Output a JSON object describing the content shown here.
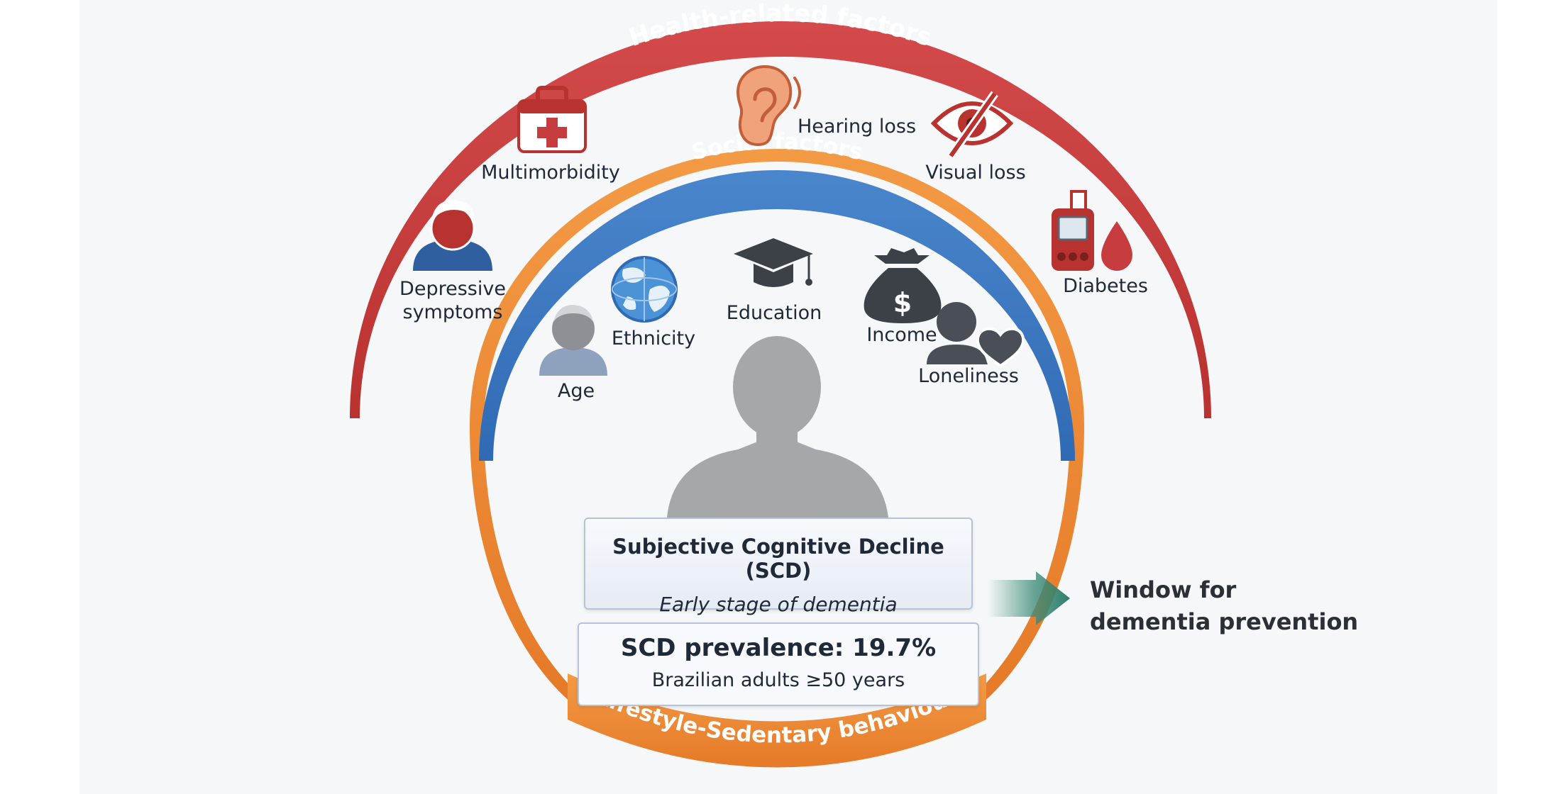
{
  "rings": {
    "health": {
      "title": "Health-related factors",
      "color": "#c63c3f"
    },
    "social": {
      "title": "Social factors",
      "color": "#3f7cc3"
    },
    "lifestyle": {
      "title": "Lifestyle-Sedentary behaviour",
      "color": "#ef8a37"
    }
  },
  "health_factors": [
    {
      "label": "Depressive symptoms",
      "icon": "person-icon"
    },
    {
      "label": "Multimorbidity",
      "icon": "first-aid-kit-icon"
    },
    {
      "label": "Hearing loss",
      "icon": "ear-icon"
    },
    {
      "label": "Visual loss",
      "icon": "crossed-eye-icon"
    },
    {
      "label": "Diabetes",
      "icon": "glucose-meter-icon"
    }
  ],
  "social_factors": [
    {
      "label": "Age",
      "icon": "elderly-person-icon"
    },
    {
      "label": "Ethnicity",
      "icon": "globe-icon"
    },
    {
      "label": "Education",
      "icon": "graduation-cap-icon"
    },
    {
      "label": "Income",
      "icon": "money-bag-icon"
    },
    {
      "label": "Loneliness",
      "icon": "person-heart-icon"
    }
  ],
  "center": {
    "icon": "person-silhouette-icon"
  },
  "scd_box": {
    "title": "Subjective Cognitive Decline (SCD)",
    "subtitle": "Early stage of dementia"
  },
  "prevalence_box": {
    "title": "SCD prevalence: 19.7%",
    "subtitle": "Brazilian adults ≥50 years"
  },
  "window": {
    "line1": "Window for",
    "line2": "dementia prevention",
    "arrow_color": "#3a8b78"
  }
}
